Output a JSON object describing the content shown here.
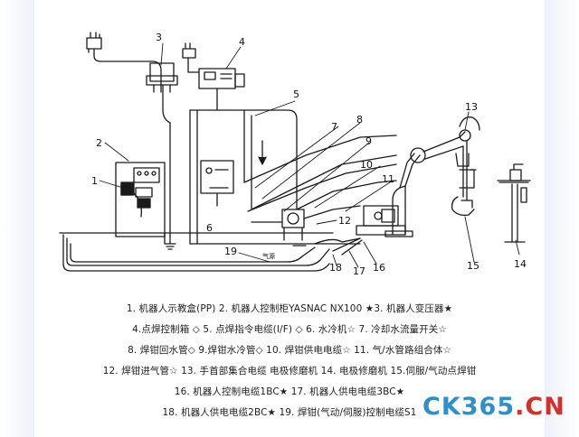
{
  "colors": {
    "line": "#1a1a1a",
    "panel_gray": "#9a9a9a",
    "watermark_blue": "#2f8fc9",
    "watermark_red": "#d2302b"
  },
  "callouts": [
    "1",
    "2",
    "3",
    "4",
    "5",
    "6",
    "7",
    "8",
    "9",
    "10",
    "11",
    "12",
    "13",
    "14",
    "15",
    "16",
    "17",
    "18",
    "19"
  ],
  "hose_label": "气源",
  "legend": {
    "rows": [
      "1. 机器人示教盒(PP)  2. 机器人控制柜YASNAC NX100  ★3. 机器人变压器★",
      "4.点焊控制箱 ◇  5. 点焊指令电缆(I/F) ◇  6. 水冷机☆  7. 冷却水流量开关☆",
      "8. 焊钳回水管◇  9.焊钳水冷管◇  10. 焊钳供电电缆☆  11. 气/水管路组合体☆",
      "12. 焊钳进气管☆  13. 手首部集合电缆  电极修磨机  14. 电极修磨机  15.伺服/气动点焊钳",
      "16. 机器人控制电缆1BC★  17. 机器人供电电缆3BC★",
      "18. 机器人供电电缆2BC★  19. 焊钳(气动/伺服)控制电缆S1"
    ]
  },
  "watermark": {
    "part1": "CK",
    "part2": "365",
    "part3": ".CN"
  }
}
